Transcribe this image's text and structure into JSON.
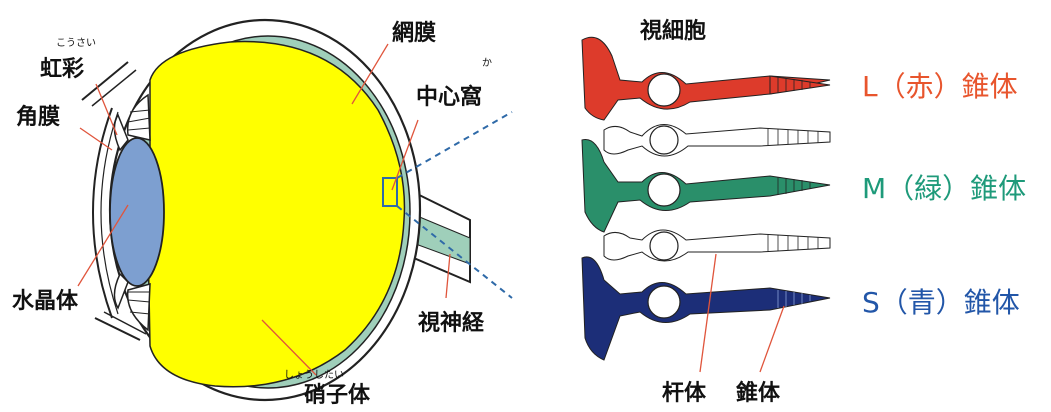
{
  "labels": {
    "koushaku_ruby": "こうさい",
    "kousai": "虹彩",
    "kakumaku": "角膜",
    "suishoutai": "水晶体",
    "moumaku": "網膜",
    "chushinka_ruby": "か",
    "chushinka": "中心窩",
    "shishinkei": "視神経",
    "shoushitai_ruby": "しょうしたい",
    "shoushitai": "硝子体",
    "shisaibou": "視細胞",
    "kantai": "杆体",
    "suitai": "錐体"
  },
  "cones": [
    {
      "label": "L（赤）錐体",
      "color": "#e8552d"
    },
    {
      "label": "M（緑）錐体",
      "color": "#1e9a7a"
    },
    {
      "label": "S（青）錐体",
      "color": "#2256a8"
    }
  ],
  "colors": {
    "vitreous": "#ffff00",
    "lens": "#7d9fd0",
    "retina": "#9fcfba",
    "red_cell": "#dd3b2b",
    "green_cell": "#2a8f6a",
    "blue_cell": "#1c2e78",
    "leader": "#e0553c",
    "dashed": "#2f6aa8"
  }
}
